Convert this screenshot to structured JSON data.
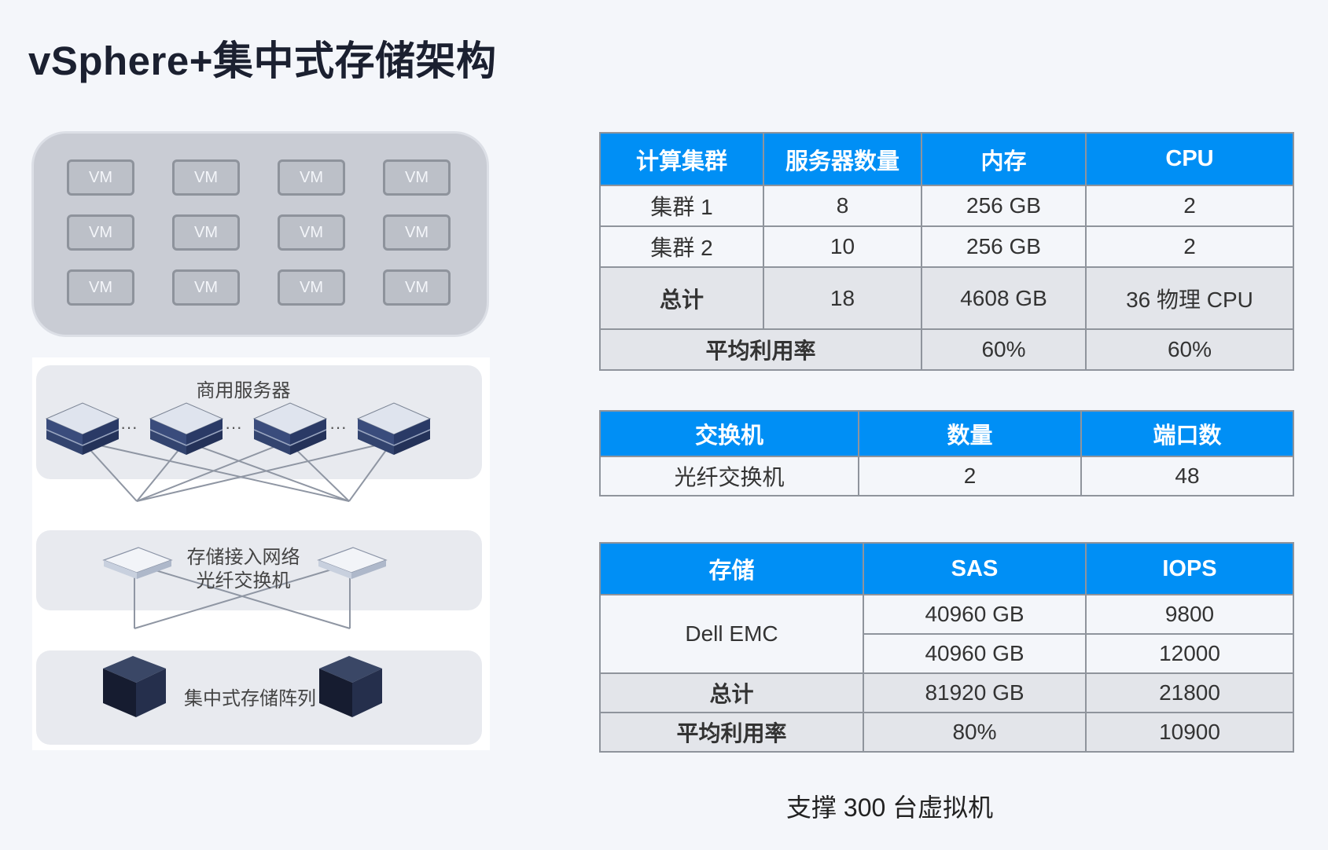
{
  "title": "vSphere+集中式存储架构",
  "vm_panel": {
    "vm_label": "VM",
    "rows": [
      [
        "VM",
        "VM",
        "VM",
        "VM"
      ],
      [
        "VM",
        "VM",
        "VM",
        "VM"
      ],
      [
        "VM",
        "VM",
        "VM",
        "VM"
      ]
    ]
  },
  "diagram": {
    "servers_label": "商用服务器",
    "ellipsis": "···",
    "network_label_line1": "存储接入网络",
    "network_label_line2": "光纤交换机",
    "storage_label": "集中式存储阵列"
  },
  "compute_table": {
    "headers": [
      "计算集群",
      "服务器数量",
      "内存",
      "CPU"
    ],
    "rows": [
      [
        "集群 1",
        "8",
        "256 GB",
        "2"
      ],
      [
        "集群 2",
        "10",
        "256 GB",
        "2"
      ]
    ],
    "total": [
      "总计",
      "18",
      "4608 GB",
      "36 物理 CPU"
    ],
    "avg": [
      "平均利用率",
      "60%",
      "60%"
    ]
  },
  "switch_table": {
    "headers": [
      "交换机",
      "数量",
      "端口数"
    ],
    "rows": [
      [
        "光纤交换机",
        "2",
        "48"
      ]
    ]
  },
  "storage_table": {
    "headers": [
      "存储",
      "SAS",
      "IOPS"
    ],
    "device": "Dell EMC",
    "rows": [
      [
        "40960 GB",
        "9800"
      ],
      [
        "40960 GB",
        "12000"
      ]
    ],
    "total": [
      "总计",
      "81920 GB",
      "21800"
    ],
    "avg": [
      "平均利用率",
      "80%",
      "10900"
    ]
  },
  "footer": "支撑 300 台虚拟机",
  "colors": {
    "header_blue": "#008ff5",
    "server_navy": "#2d3e6e",
    "storage_navy": "#1c2541",
    "background": "#f4f6fa"
  }
}
